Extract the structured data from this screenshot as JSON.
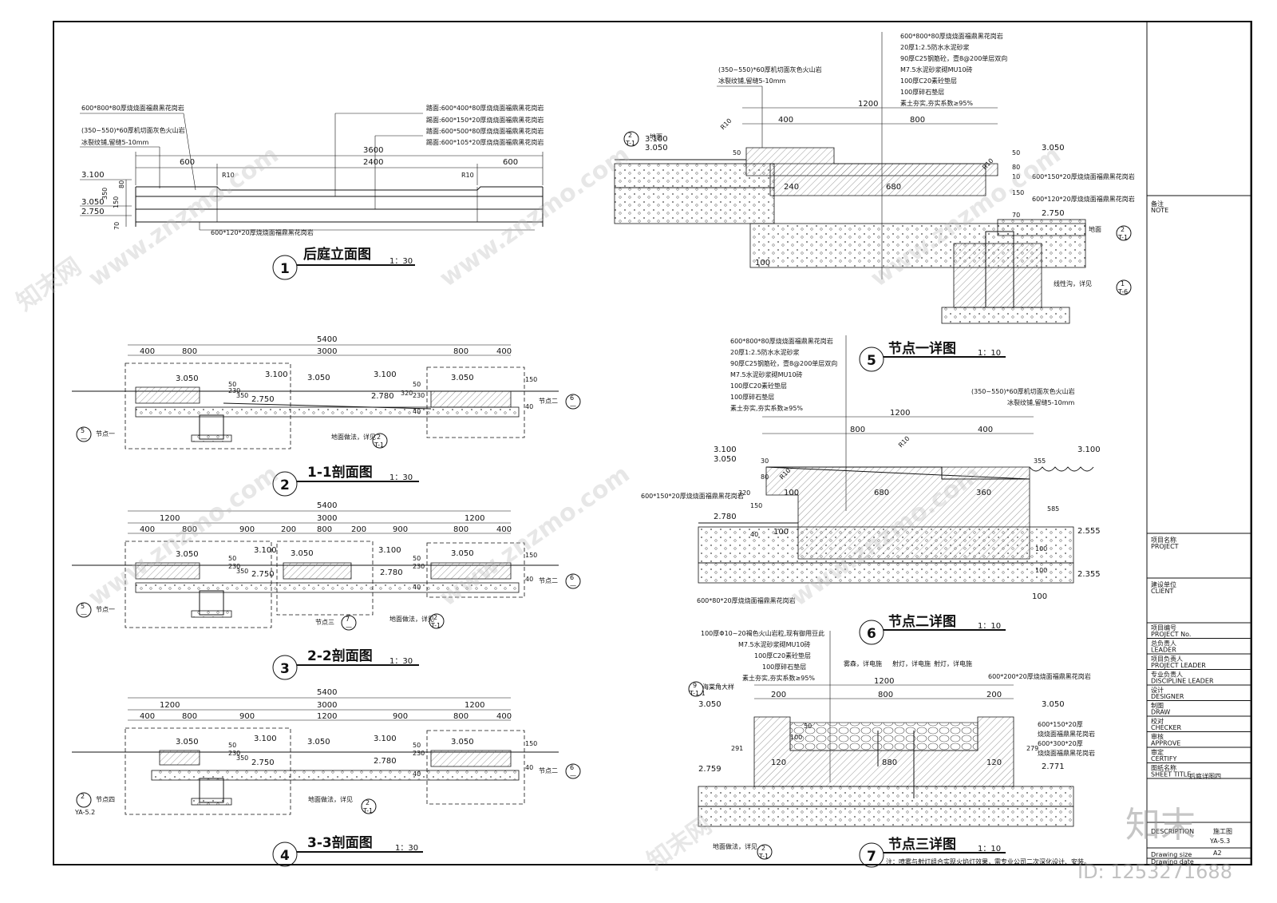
{
  "elevation": {
    "labels": [
      "600*800*80厚烧烧面福鼎黑花岗岩",
      "(350~550)*60厚机切面灰色火山岩",
      "冰裂纹铺,留缝5-10mm",
      "踏面:600*400*80厚烧烧面福鼎黑花岗岩",
      "踢面:600*150*20厚烧烧面福鼎黑花岗岩",
      "踏面:600*500*80厚烧烧面福鼎黑花岗岩",
      "踢面:600*105*20厚烧烧面福鼎黑花岗岩",
      "600*120*20厚烧烧面福鼎黑花岗岩"
    ],
    "dims": [
      "3600",
      "600",
      "2400",
      "600",
      "R10",
      "R10"
    ],
    "levels": [
      "3.100",
      "3.050",
      "2.750"
    ],
    "vdims": [
      "80",
      "150",
      "350",
      "70"
    ],
    "title": "后庭立面图",
    "num": "1",
    "scale": "1：30"
  },
  "section1": {
    "dims_top": [
      "5400"
    ],
    "dims": [
      "400",
      "800",
      "3000",
      "800",
      "400"
    ],
    "levels": [
      "3.050",
      "3.100",
      "3.050",
      "3.100",
      "3.050",
      "2.750",
      "2.780"
    ],
    "vdims": [
      "230",
      "50",
      "350",
      "320",
      "230",
      "50",
      "40",
      "150",
      "40"
    ],
    "note": "地面做法，详见",
    "ref_left": {
      "num": "5",
      "sub": "—",
      "label": "节点一"
    },
    "ref_right": {
      "num": "6",
      "sub": "—",
      "label": "节点二"
    },
    "ref_floor": {
      "num": "2",
      "sub": "T-1"
    },
    "title": "1-1剖面图",
    "num": "2",
    "scale": "1：30"
  },
  "section2": {
    "dims_top": [
      "5400"
    ],
    "dims_mid": [
      "1200",
      "3000",
      "1200"
    ],
    "dims": [
      "400",
      "800",
      "900",
      "200",
      "800",
      "200",
      "900",
      "400",
      "800"
    ],
    "levels": [
      "3.050",
      "3.100",
      "3.050",
      "3.100",
      "3.050",
      "2.750",
      "2.780"
    ],
    "vdims": [
      "230",
      "50",
      "350",
      "230",
      "50",
      "40",
      "150",
      "40"
    ],
    "note": "地面做法，详见",
    "ref_left": {
      "num": "5",
      "sub": "—",
      "label": "节点一"
    },
    "ref_right": {
      "num": "6",
      "sub": "—",
      "label": "节点二"
    },
    "ref_mid": {
      "num": "7",
      "sub": "—",
      "label": "节点三"
    },
    "ref_floor": {
      "num": "2",
      "sub": "T-1"
    },
    "title": "2-2剖面图",
    "num": "3",
    "scale": "1：30"
  },
  "section3": {
    "dims_top": [
      "5400"
    ],
    "dims_mid": [
      "1200",
      "3000",
      "1200"
    ],
    "dims": [
      "400",
      "800",
      "900",
      "1200",
      "900",
      "800",
      "400"
    ],
    "levels": [
      "3.050",
      "3.100",
      "3.050",
      "3.100",
      "3.050",
      "2.750",
      "2.780"
    ],
    "vdims": [
      "230",
      "50",
      "350",
      "230",
      "50",
      "40",
      "150",
      "40"
    ],
    "note": "地面做法，详见",
    "ref_left": {
      "num": "2",
      "sub": "YA-5.2",
      "label": "节点四"
    },
    "ref_right": {
      "num": "6",
      "sub": "—",
      "label": "节点二"
    },
    "ref_floor": {
      "num": "2",
      "sub": "T-1"
    },
    "title": "3-3剖面图",
    "num": "4",
    "scale": "1：30"
  },
  "node1": {
    "layers": [
      "600*800*80厚烧烧面福鼎黑花岗岩",
      "20厚1:2.5防水水泥砂浆",
      "90厚C25钢筋砼，壹8@200单层双向",
      "M7.5水泥砂浆砌MU10砖",
      "100厚C20素砼垫层",
      "100厚碎石垫层",
      "素土夯实,夯实系数≥95%"
    ],
    "left_labels": [
      "(350~550)*60厚机切面灰色火山岩",
      "冰裂纹铺,留缝5-10mm"
    ],
    "right_labels": [
      "600*150*20厚烧烧面福鼎黑花岗岩",
      "600*120*20厚烧烧面福鼎黑花岗岩"
    ],
    "dims": [
      "1200",
      "400",
      "800",
      "240",
      "680",
      "100",
      "R10",
      "R10"
    ],
    "levels": [
      "3.100",
      "3.050",
      "3.050",
      "2.750"
    ],
    "vdims": [
      "50",
      "50",
      "80",
      "10",
      "150",
      "70"
    ],
    "small": [
      "地面",
      "地面",
      "线性沟，详见"
    ],
    "refs": [
      {
        "num": "2",
        "sub": "T-1"
      },
      {
        "num": "2",
        "sub": "T-1"
      },
      {
        "num": "1",
        "sub": "T-6"
      }
    ],
    "title": "节点一详图",
    "num": "5",
    "scale": "1：10"
  },
  "node2": {
    "layers": [
      "600*800*80厚烧烧面福鼎黑花岗岩",
      "20厚1:2.5防水水泥砂浆",
      "90厚C25钢筋砼，壹8@200单层双向",
      "M7.5水泥砂浆砌MU10砖",
      "100厚C20素砼垫层",
      "100厚碎石垫层",
      "素土夯实,夯实系数≥95%"
    ],
    "right_labels": [
      "(350~550)*60厚机切面灰色火山岩",
      "冰裂纹铺,留缝5-10mm"
    ],
    "left_labels": [
      "600*150*20厚烧烧面福鼎黑花岗岩",
      "600*80*20厚烧烧面福鼎黑花岗岩"
    ],
    "dims": [
      "1200",
      "800",
      "400",
      "100",
      "680",
      "360",
      "100",
      "100",
      "R10",
      "R10"
    ],
    "levels": [
      "3.100",
      "3.050",
      "2.780",
      "3.100",
      "2.555",
      "2.355"
    ],
    "vdims": [
      "30",
      "80",
      "320",
      "150",
      "40",
      "355",
      "585",
      "100",
      "100"
    ],
    "title": "节点二详图",
    "num": "6",
    "scale": "1：10"
  },
  "node3": {
    "layers": [
      "100厚Φ10~20褐色火山岩粒,现有御用豆此",
      "M7.5水泥砂浆砌MU10砖",
      "100厚C20素砼垫层",
      "100厚碎石垫层",
      "素土夯实,夯实系数≥95%"
    ],
    "callouts": [
      "雾森，详电施",
      "射灯，详电施",
      "射灯，详电施"
    ],
    "left_label": "海棠角大样",
    "right_labels": [
      "600*200*20厚烧烧面福鼎黑花岗岩",
      "600*150*20厚",
      "烧烧面福鼎黑花岗岩",
      "600*300*20厚",
      "烧烧面福鼎黑花岗岩"
    ],
    "dims": [
      "1200",
      "200",
      "800",
      "200",
      "120",
      "880",
      "120"
    ],
    "levels": [
      "3.050",
      "3.050",
      "2.759",
      "2.771"
    ],
    "vdims": [
      "291",
      "100",
      "50",
      "279"
    ],
    "ref_left": {
      "num": "9",
      "sub": "T-1.1"
    },
    "ref_floor": {
      "num": "2",
      "sub": "T-1"
    },
    "floor_note": "地面做法，详见",
    "note": "注：喷雾与射灯组合实现火焰灯效果，需专业公司二次深化设计、安装。",
    "title": "节点三详图",
    "num": "7",
    "scale": "1：10"
  },
  "titleblock": {
    "note_label": "备注",
    "note_en": "NOTE",
    "project_label": "项目名称",
    "project_en": "PROJECT",
    "client_label": "建设单位",
    "client_en": "CLIENT",
    "rows": [
      {
        "cn": "项目编号",
        "en": "PROJECT No."
      },
      {
        "cn": "总负责人",
        "en": "LEADER"
      },
      {
        "cn": "项目负责人",
        "en": "PROJECT LEADER"
      },
      {
        "cn": "专业负责人",
        "en": "DISCIPLINE LEADER"
      },
      {
        "cn": "设计",
        "en": "DESIGNER"
      },
      {
        "cn": "制图",
        "en": "DRAW"
      },
      {
        "cn": "校对",
        "en": "CHECKER"
      },
      {
        "cn": "审核",
        "en": "APPROVE"
      },
      {
        "cn": "审定",
        "en": "CERTIFY"
      },
      {
        "cn": "图纸名称",
        "en": "SHEET TITLE"
      }
    ],
    "sheet_title": "后庭详图四",
    "desc_en": "DESCRIPTION",
    "desc_val": "施工图",
    "no_val": "YA-5.3",
    "size_en": "Drawing size",
    "size_val": "A2",
    "date_en": "Drawing date"
  },
  "watermark": {
    "brand": "知末",
    "site": "www.znzmo.com",
    "id": "ID: 1253271688",
    "wm_cn": "知末网"
  }
}
